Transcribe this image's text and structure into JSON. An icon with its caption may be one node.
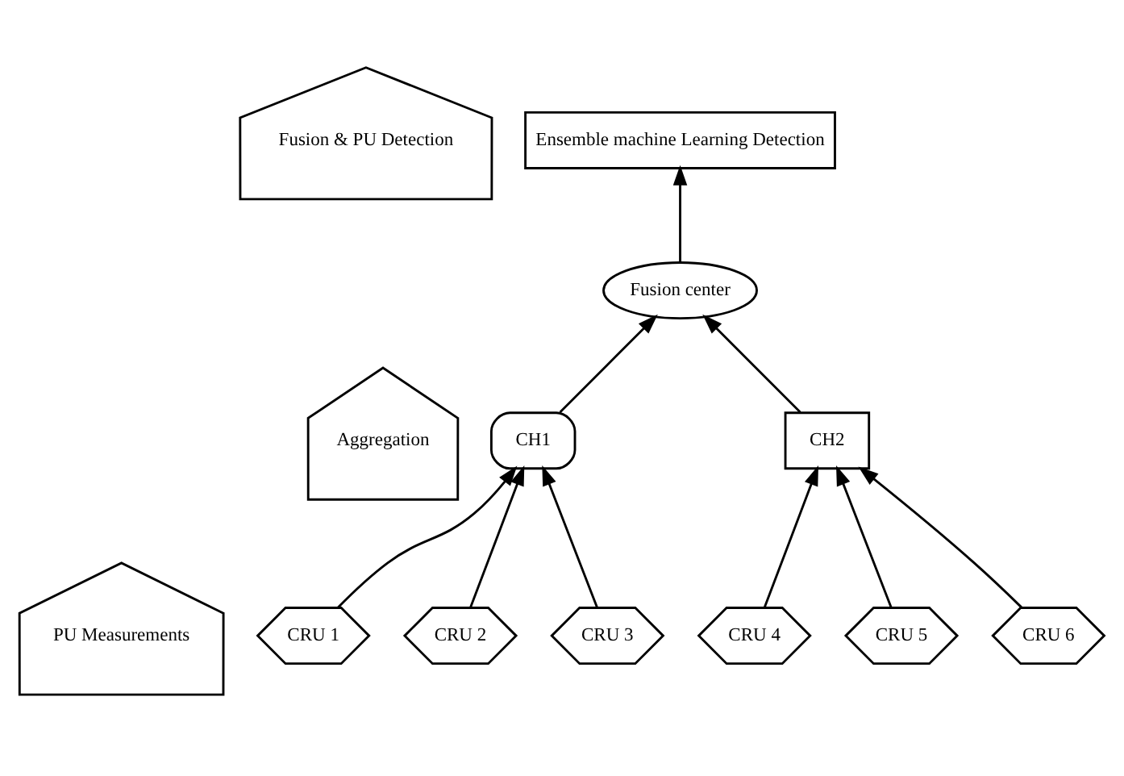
{
  "diagram": {
    "nodes": [
      {
        "text": [
          "Fusion & PU Detection"
        ]
      },
      {
        "text": [
          "Aggregation"
        ]
      },
      {
        "text": [
          "PU Measurements"
        ]
      },
      {
        "text": [
          "Ensemble machine Learning Detection"
        ]
      },
      {
        "text": [
          "Fusion center"
        ]
      },
      {
        "text": [
          "CH1"
        ]
      },
      {
        "text": [
          "CH2"
        ]
      },
      {
        "text": [
          "CRU 1"
        ]
      },
      {
        "text": [
          "CRU 2"
        ]
      },
      {
        "text": [
          "CRU 3"
        ]
      },
      {
        "text": [
          "CRU 4"
        ]
      },
      {
        "text": [
          "CRU 5"
        ]
      },
      {
        "text": [
          "CRU 6"
        ]
      }
    ],
    "edges": [
      {
        "from": 7,
        "to": 5,
        "arrow": "to"
      },
      {
        "from": 8,
        "to": 5,
        "arrow": "to"
      },
      {
        "from": 9,
        "to": 5,
        "arrow": "to"
      },
      {
        "from": 10,
        "to": 6,
        "arrow": "to"
      },
      {
        "from": 11,
        "to": 6,
        "arrow": "to"
      },
      {
        "from": 12,
        "to": 6,
        "arrow": "to"
      },
      {
        "from": 5,
        "to": 4,
        "arrow": "to"
      },
      {
        "from": 6,
        "to": 4,
        "arrow": "to"
      },
      {
        "from": 4,
        "to": 3,
        "arrow": "to"
      }
    ]
  }
}
